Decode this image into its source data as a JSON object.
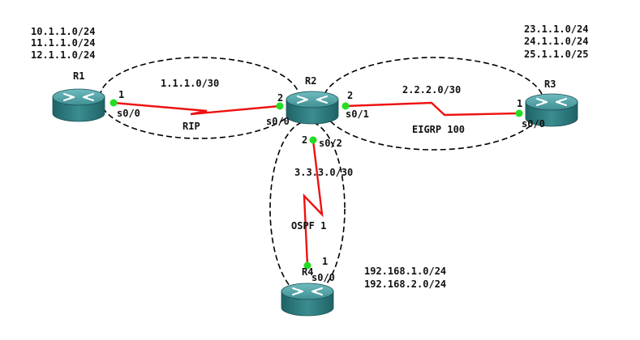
{
  "colors": {
    "link": "#ee1111",
    "port": "#22dd22",
    "router_top": "#4a9fa2",
    "router_body": "#2e7d80",
    "boundary": "#000000"
  },
  "routers": {
    "r1": {
      "name": "R1",
      "icon": "router-icon"
    },
    "r2": {
      "name": "R2",
      "icon": "router-icon"
    },
    "r3": {
      "name": "R3",
      "icon": "router-icon"
    },
    "r4": {
      "name": "R4",
      "icon": "router-icon"
    }
  },
  "links": {
    "r1_r2": {
      "network": "1.1.1.0/30",
      "protocol": "RIP",
      "a_num": "1",
      "a_if": "s0/0",
      "b_num": "2",
      "b_if": "s0/0"
    },
    "r2_r3": {
      "network": "2.2.2.0/30",
      "protocol": "EIGRP 100",
      "a_num": "2",
      "a_if": "s0/1",
      "b_num": "1",
      "b_if": "s0/0"
    },
    "r2_r4": {
      "network": "3.3.3.0/30",
      "protocol": "OSPF 1",
      "a_num": "2",
      "a_if": "s0/2",
      "b_num": "1",
      "b_if": "s0/0"
    }
  },
  "routes": {
    "r1": [
      "10.1.1.0/24",
      "11.1.1.0/24",
      "12.1.1.0/24"
    ],
    "r3": [
      "23.1.1.0/24",
      "24.1.1.0/24",
      "25.1.1.0/25"
    ],
    "r4": [
      "192.168.1.0/24",
      "192.168.2.0/24"
    ]
  }
}
